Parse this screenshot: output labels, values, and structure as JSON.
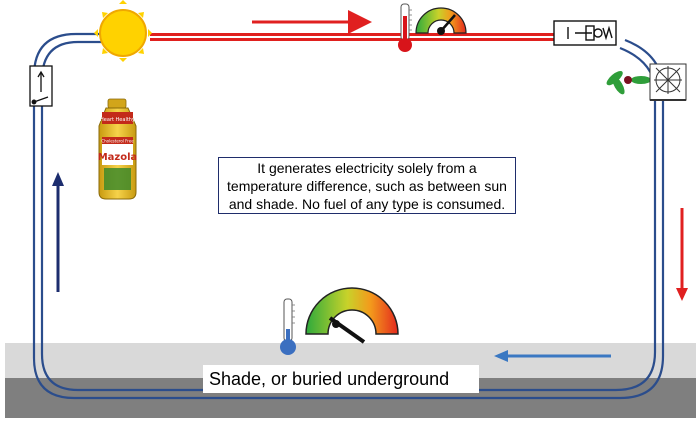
{
  "description_text": "It generates electricity solely from a temperature difference, such as between sun and shade.  No fuel of any type is consumed.",
  "shade_label": "Shade, or buried underground",
  "bottle": {
    "brand": "Mazola",
    "top_label": "Heart Healthy",
    "small_label": "Cholesterol Free"
  },
  "icons": [
    "sun-icon",
    "thermometer-icon",
    "gauge-icon",
    "engine-icon",
    "turbine-icon",
    "fan-icon",
    "switch-icon",
    "oil-bottle-icon"
  ],
  "colors": {
    "hot_line": "#e0201e",
    "cold_line": "#2f5fa8",
    "pipe": "#2b4d8c",
    "arrow_red": "#e02020",
    "arrow_navy": "#1c2d6e",
    "arrow_blue": "#3a78c2",
    "ground_light": "#d9d9d9",
    "ground_dark": "#7f7f7f",
    "sun": "#ffd200"
  }
}
